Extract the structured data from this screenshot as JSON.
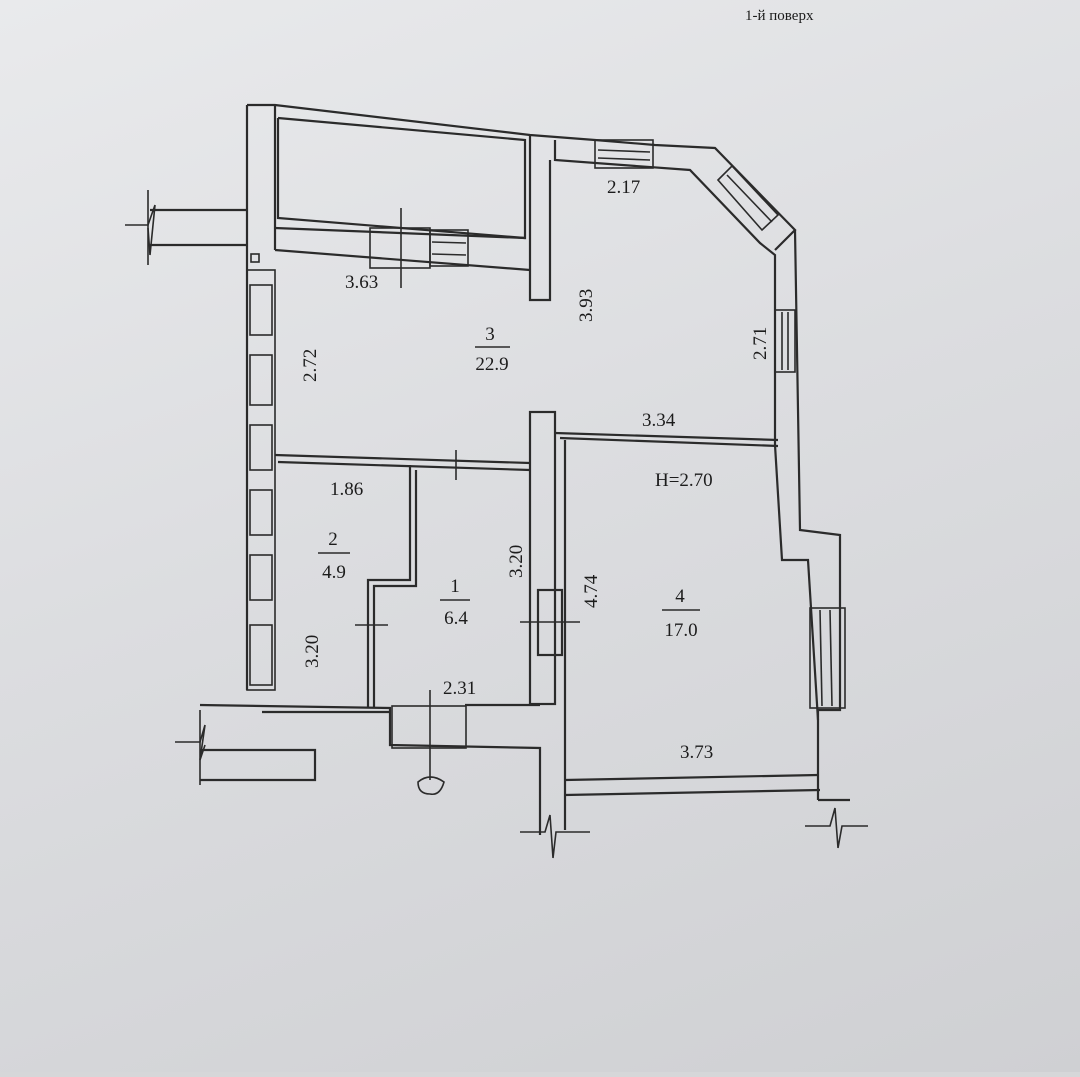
{
  "sheet": {
    "floor_label": "1-й поверх",
    "ceiling_height": "H=2.70"
  },
  "rooms": [
    {
      "number": "1",
      "area": "6.4"
    },
    {
      "number": "2",
      "area": "4.9"
    },
    {
      "number": "3",
      "area": "22.9"
    },
    {
      "number": "4",
      "area": "17.0"
    }
  ],
  "dimensions": {
    "balcony_width": "2.17",
    "room3_width": "3.63",
    "room3_depth_left": "2.72",
    "room3_depth_mid": "3.93",
    "room3_right_wall": "2.71",
    "room4_top": "3.34",
    "room2_width": "1.86",
    "room2_depth": "3.20",
    "room1_depth": "3.20",
    "room4_depth": "4.74",
    "room1_width": "2.31",
    "room4_bottom": "3.73"
  }
}
